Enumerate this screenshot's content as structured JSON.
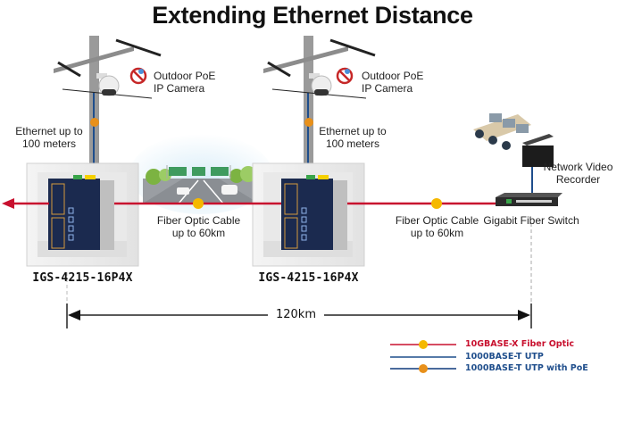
{
  "title": "Extending Ethernet Distance",
  "cameras": [
    {
      "label_line1": "Outdoor PoE",
      "label_line2": "IP Camera",
      "link_line1": "Ethernet up to",
      "link_line2": "100 meters",
      "badge": "PoE"
    },
    {
      "label_line1": "Outdoor PoE",
      "label_line2": "IP Camera",
      "link_line1": "Ethernet up to",
      "link_line2": "100 meters",
      "badge": "PoE"
    }
  ],
  "switches": [
    {
      "model": "IGS-4215-16P4X"
    },
    {
      "model": "IGS-4215-16P4X"
    }
  ],
  "fiber_links": [
    {
      "line1": "Fiber Optic Cable",
      "line2": "up to 60km",
      "badge": "10G"
    },
    {
      "line1": "Fiber Optic Cable",
      "line2": "up to 60km",
      "badge": "10G"
    }
  ],
  "nvr": {
    "line1": "Network Video",
    "line2": "Recorder"
  },
  "core_switch": {
    "label": "Gigabit Fiber Switch"
  },
  "distance": {
    "label": "120km"
  },
  "legend": [
    {
      "label": "10GBASE-X Fiber Optic",
      "badge": "10G",
      "color": "#c8102e"
    },
    {
      "label": "1000BASE-T UTP",
      "badge": "",
      "color": "#1f4e8c"
    },
    {
      "label": "1000BASE-T UTP with PoE",
      "badge": "PoE",
      "color": "#1f4e8c"
    }
  ],
  "colors": {
    "fiber": "#c8102e",
    "utp": "#1f4e8c",
    "badge_10g": "#f5b800",
    "badge_poe": "#e8901a"
  }
}
